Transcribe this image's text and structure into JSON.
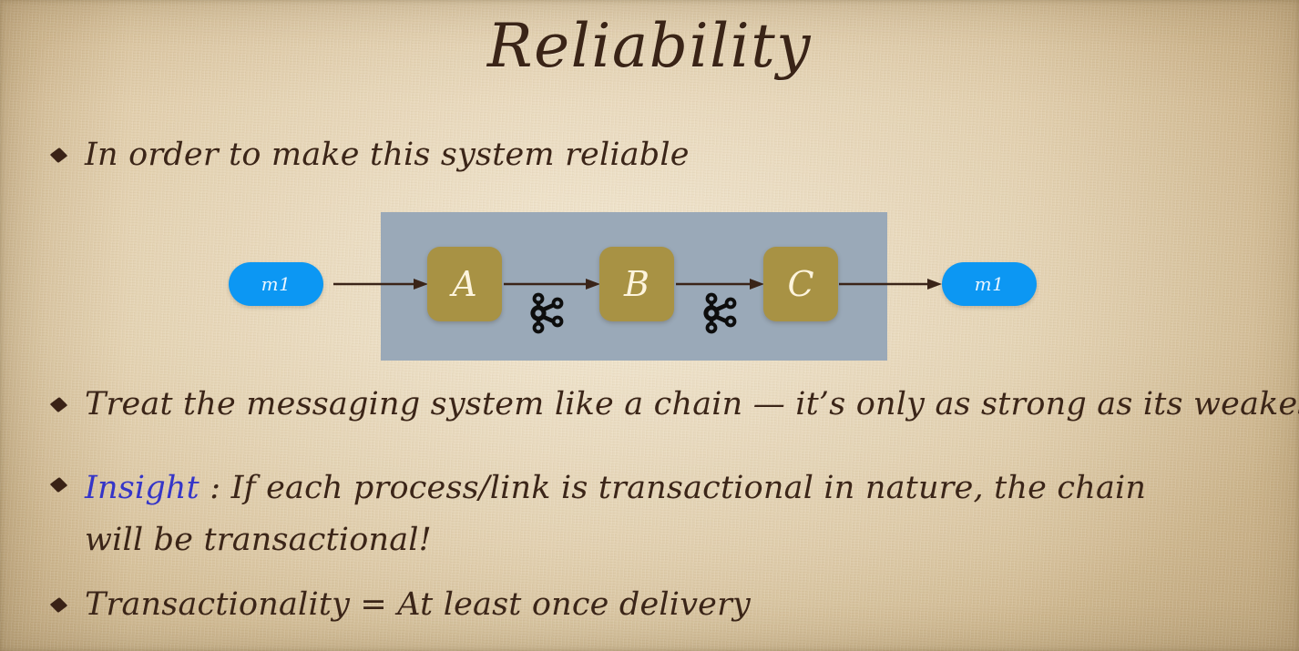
{
  "slide": {
    "title": "Reliability",
    "background_color": "#e9dcc5",
    "text_color": "#3b2518"
  },
  "bullets": [
    {
      "id": "b1",
      "marker": "diamond",
      "text": "In order to make this system reliable"
    },
    {
      "id": "b2",
      "marker": "diamond",
      "text": "Treat the messaging system like a chain — it’s only as strong as its weakest link"
    },
    {
      "id": "b3",
      "marker": "diamond",
      "highlight": "Insight",
      "highlight_color": "#3535c8",
      "text": " : If each process/link is transactional in nature, the chain will be transactional!"
    },
    {
      "id": "b4",
      "marker": "diamond",
      "text": "Transactionality = At least once delivery"
    }
  ],
  "diagram": {
    "panel_color": "#9aa9b8",
    "node_color": "#a89244",
    "pill_color": "#0c97f3",
    "arrow_color": "#3a2418",
    "input_message": {
      "label": "m1"
    },
    "output_message": {
      "label": "m1"
    },
    "nodes": [
      {
        "label": "A"
      },
      {
        "label": "B"
      },
      {
        "label": "C"
      }
    ],
    "links": [
      {
        "icon": "kafka-logo"
      },
      {
        "icon": "kafka-logo"
      }
    ]
  }
}
